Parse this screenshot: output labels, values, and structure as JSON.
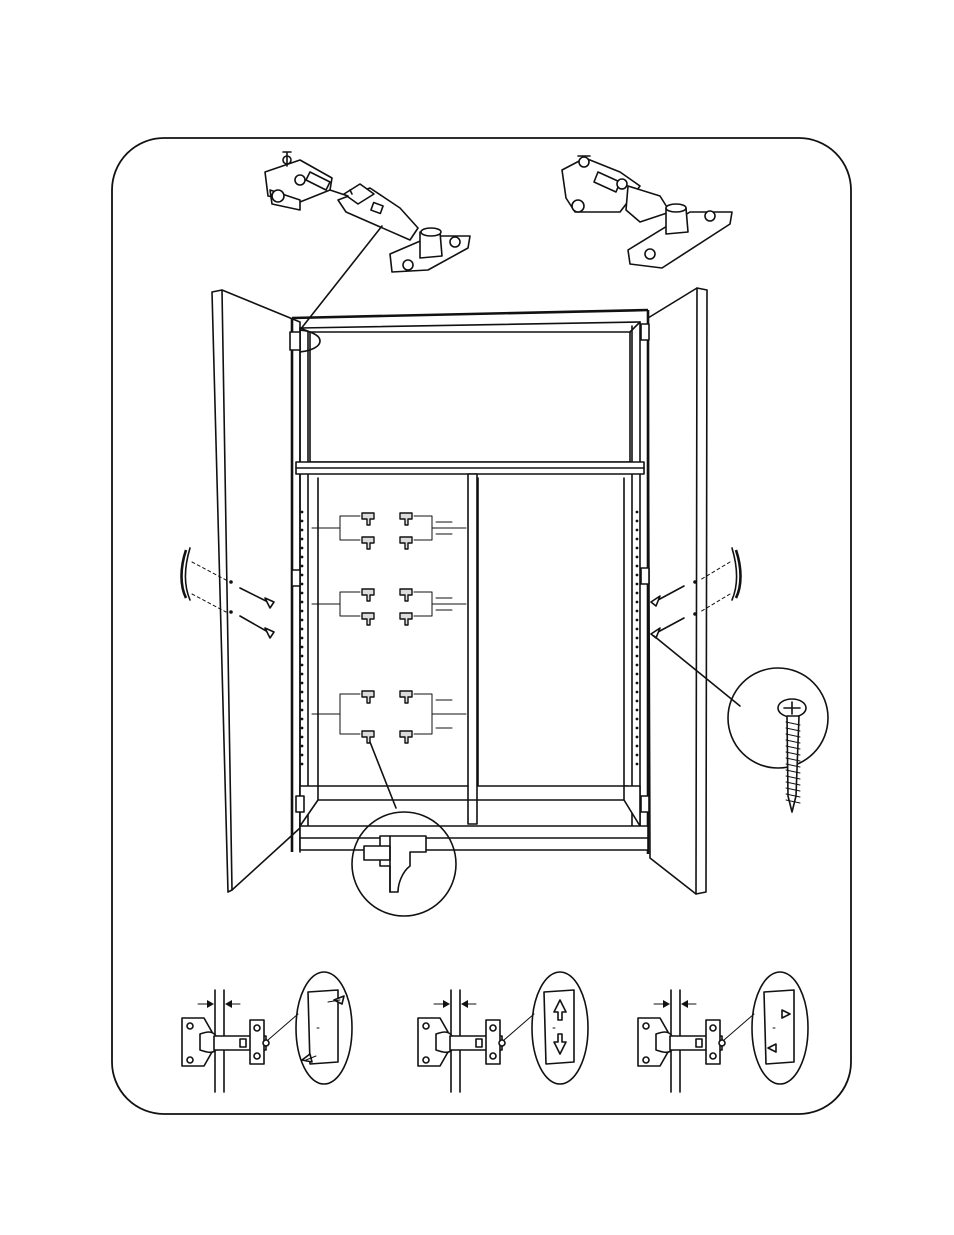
{
  "figure": {
    "panel_border_color": "#111111",
    "background_color": "#ffffff",
    "parts": {
      "hinge_detail_top": "hinge-open-exploded",
      "hinge_detail_closed": "hinge-assembled",
      "cabinet": "two-door-wardrobe",
      "shelf_pin_callout": "shelf-pin-magnified",
      "screw_callout": "screw-magnified",
      "adjustment_steps": [
        "side-adjustment",
        "height-adjustment",
        "depth-adjustment"
      ]
    }
  }
}
